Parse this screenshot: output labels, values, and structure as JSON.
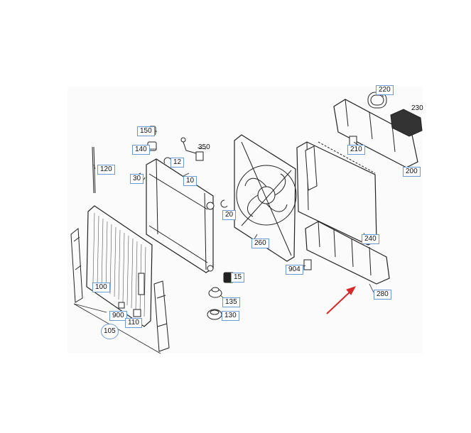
{
  "diagram": {
    "accent_color": "#d42a2a",
    "callout_border_color": "#6a9ad0",
    "line_color": "#222222",
    "callouts": {
      "c10": "10",
      "c12": "12",
      "c15": "15",
      "c20": "20",
      "c30": "30",
      "c100": "100",
      "c105": "105",
      "c110": "110",
      "c120": "120",
      "c130": "130",
      "c135": "135",
      "c140": "140",
      "c150": "150",
      "c200": "200",
      "c210": "210",
      "c220": "220",
      "c230": "230",
      "c240": "240",
      "c260": "260",
      "c280": "280",
      "c350": "350",
      "c900": "900",
      "c904": "904"
    }
  }
}
